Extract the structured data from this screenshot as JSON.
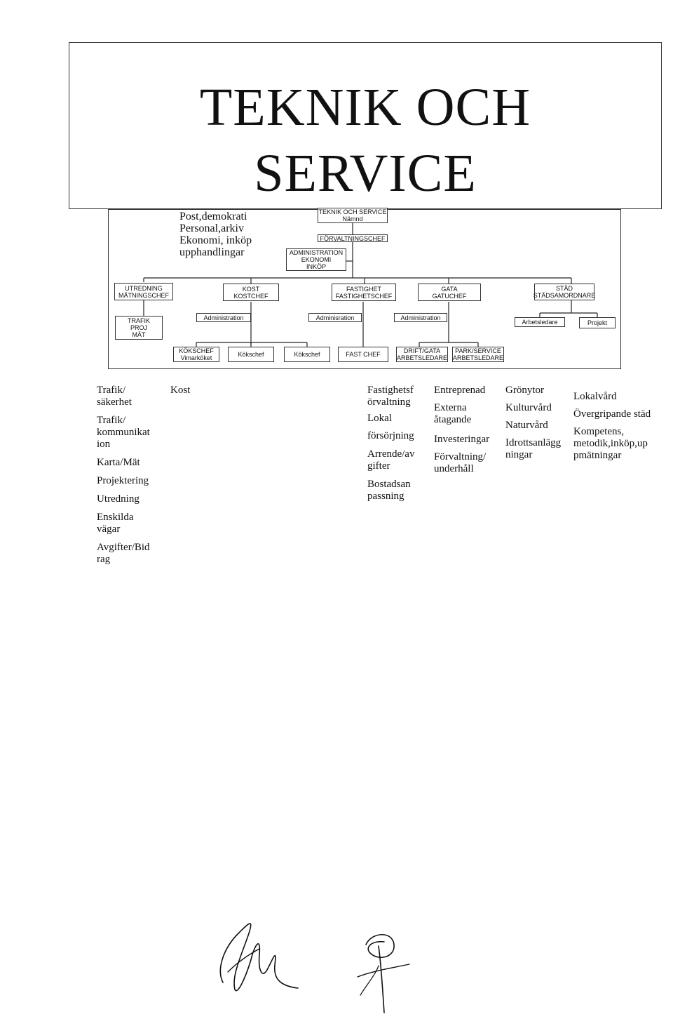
{
  "title": {
    "line1": "TEKNIK OCH",
    "line2": "SERVICE"
  },
  "left_note": [
    "Post,demokrati",
    "Personal,arkiv",
    "Ekonomi, inköp",
    "upphandlingar"
  ],
  "org": {
    "top": [
      "TEKNIK OCH SERVICE",
      "Nämnd"
    ],
    "forvaltning": [
      "FÖRVALTNINGSCHEF"
    ],
    "admin": [
      "ADMINISTRATION",
      "EKONOMI",
      "INKÖP"
    ],
    "dept_utredning": [
      "UTREDNING",
      "MÄTNINGSCHEF"
    ],
    "dept_kost": [
      "KOST",
      "KOSTCHEF"
    ],
    "dept_fastighet": [
      "FASTIGHET",
      "FASTIGHETSCHEF"
    ],
    "dept_gata": [
      "GATA",
      "GATUCHEF"
    ],
    "dept_stad": [
      "STÄD",
      "STÄDSAMORDNARE"
    ],
    "sub_trafik": [
      "TRAFIK",
      "PROJ",
      "MÄT"
    ],
    "sub_admin_kost": [
      "Administration"
    ],
    "sub_admin_fast": [
      "Adminisration"
    ],
    "sub_admin_gata": [
      "Administration"
    ],
    "sub_arbetsledare": [
      "Arbetsledare"
    ],
    "sub_projekt": [
      "Projekt"
    ],
    "leaf_kokschef_vimar": [
      "KÖKSCHEF",
      "Vimarköket"
    ],
    "leaf_kokschef_2": [
      "Kökschef"
    ],
    "leaf_kokschef_3": [
      "Kökschef"
    ],
    "leaf_fastchef": [
      "FAST CHEF"
    ],
    "leaf_drift": [
      "DRIFT/GATA",
      "ARBETSLEDARE"
    ],
    "leaf_park": [
      "PARK/SERVICE",
      "ARBETSLEDARE"
    ]
  },
  "columns": {
    "trafik": [
      "Trafik/",
      "säkerhet",
      "Trafik/",
      "kommunikat",
      "ion",
      "Karta/Mät",
      "Projektering",
      "Utredning",
      "Enskilda",
      "vägar",
      "Avgifter/Bid",
      "rag"
    ],
    "kost": [
      "Kost"
    ],
    "fastighet": [
      "Fastighetsf",
      "örvaltning",
      "Lokal",
      "försörjning",
      "Arrende/av",
      "gifter",
      "Bostadsan",
      "passning"
    ],
    "gata": [
      "Entreprenad",
      "Externa",
      "åtagande",
      "Investeringar",
      "Förvaltning/",
      "underhåll"
    ],
    "park": [
      "Grönytor",
      "Kulturvård",
      "Naturvård",
      "Idrottsanlägg",
      "ningar"
    ],
    "stad": [
      "Lokalvård",
      "Övergripande städ",
      "Kompetens,",
      "metodik,inköp,up",
      "pmätningar"
    ]
  }
}
